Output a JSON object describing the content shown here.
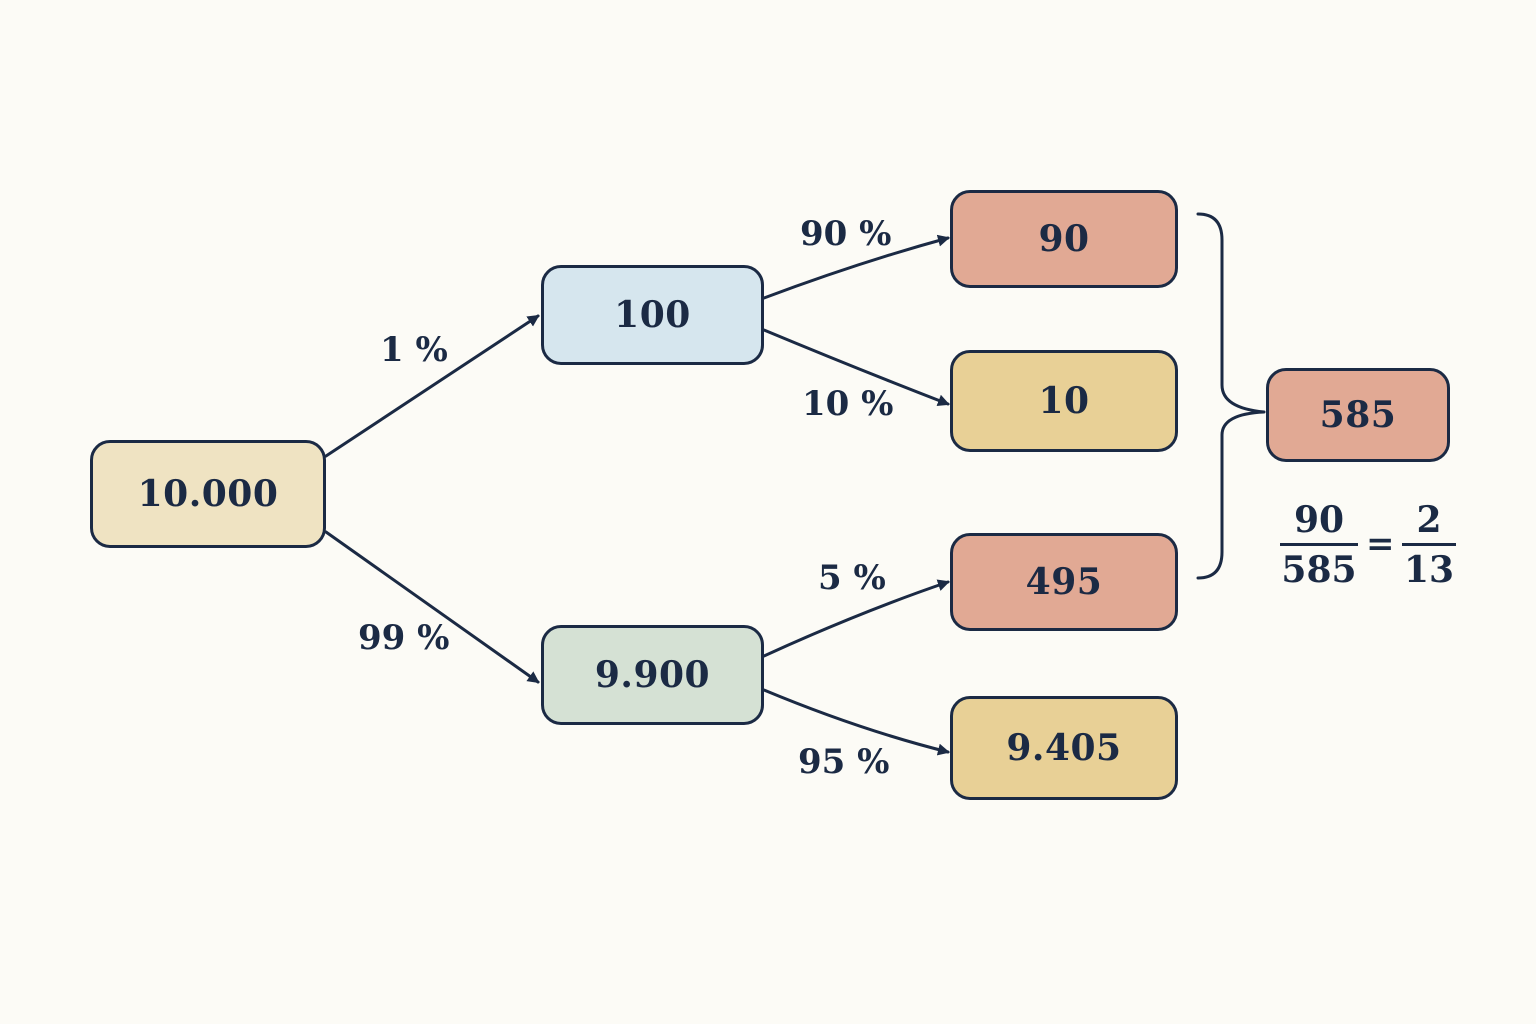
{
  "nodes": {
    "root": {
      "value": "10.000",
      "color": "#efe3c2"
    },
    "sick": {
      "value": "100",
      "color": "#d6e6ee"
    },
    "healthy": {
      "value": "9.900",
      "color": "#d5e1d4"
    },
    "sick_pos": {
      "value": "90",
      "color": "#e1a994"
    },
    "sick_neg": {
      "value": "10",
      "color": "#e8d096"
    },
    "healthy_pos": {
      "value": "495",
      "color": "#e1a994"
    },
    "healthy_neg": {
      "value": "9.405",
      "color": "#e8d096"
    },
    "total_pos": {
      "value": "585",
      "color": "#e1a994"
    }
  },
  "edges": {
    "root_sick": "1 %",
    "root_healthy": "99 %",
    "sick_pos": "90 %",
    "sick_neg": "10 %",
    "healthy_pos": "5 %",
    "healthy_neg": "95 %"
  },
  "formula": {
    "left_numerator": "90",
    "left_denominator": "585",
    "equals": "=",
    "right_numerator": "2",
    "right_denominator": "13"
  }
}
